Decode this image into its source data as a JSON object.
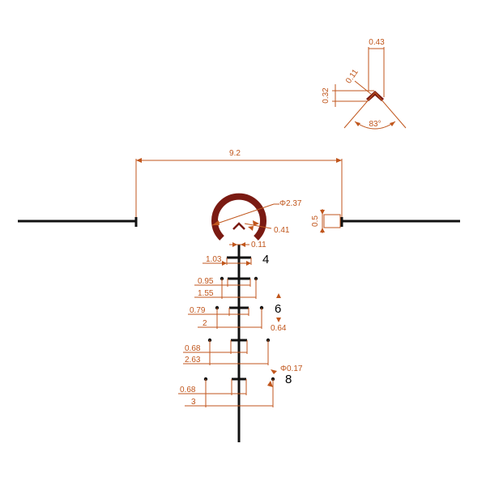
{
  "colors": {
    "reticle": "#111111",
    "ring": "#7a1a12",
    "dimension": "#c0561c",
    "background": "#ffffff"
  },
  "detail": {
    "width": "0.43",
    "stroke": "0.11",
    "height": "0.32",
    "angle": "83°"
  },
  "reticle": {
    "span": "9.2",
    "ring_diameter": "Φ2.37",
    "chevron_size": "0.41",
    "post_height": "0.5",
    "line_width": "0.11",
    "label_4": "4",
    "label_6": "6",
    "label_8": "8",
    "dot_diameter": "Φ0.17",
    "dot_vertical": "0.64",
    "rows": [
      {
        "tick": "1.03"
      },
      {
        "tick": "0.95",
        "dots": "1.55"
      },
      {
        "tick": "0.79",
        "dots": "2"
      },
      {
        "tick": "0.68",
        "dots": "2.63"
      },
      {
        "tick": "0.68",
        "dots": "3"
      }
    ]
  }
}
